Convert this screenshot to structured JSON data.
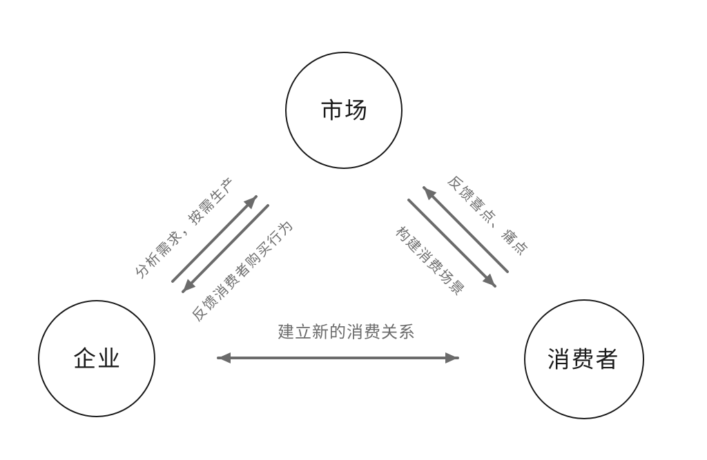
{
  "diagram": {
    "title": "market-enterprise-consumer relationship triangle",
    "nodes": {
      "market": {
        "label": "市场"
      },
      "enterprise": {
        "label": "企业"
      },
      "consumer": {
        "label": "消费者"
      }
    },
    "edges": {
      "enterprise_to_market": {
        "label": "分析需求，按需生产",
        "direction": "企业→市场"
      },
      "market_to_enterprise": {
        "label": "反馈消费者购买行为",
        "direction": "市场→企业"
      },
      "consumer_to_market": {
        "label": "反馈喜点、痛点",
        "direction": "消费者→市场"
      },
      "market_to_consumer": {
        "label": "构建消费场景",
        "direction": "市场→消费者"
      },
      "enterprise_consumer": {
        "label": "建立新的消费关系",
        "direction": "企业↔消费者"
      }
    },
    "colors": {
      "background": "#ffffff",
      "node_stroke": "#1a1a1a",
      "node_text": "#1a1a1a",
      "arrow": "#6b6b6b",
      "edge_text": "#6f6f6f"
    }
  }
}
